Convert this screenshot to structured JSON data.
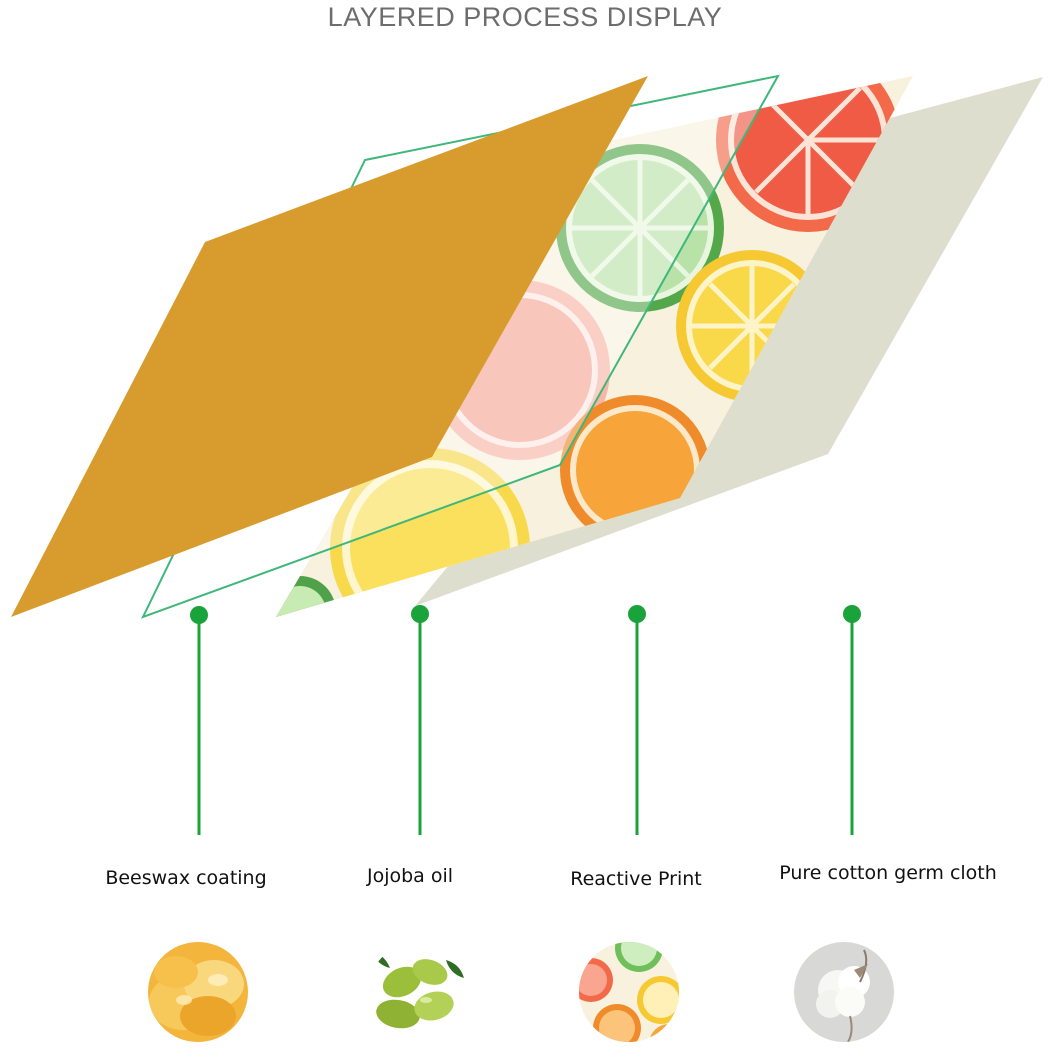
{
  "title": "LAYERED PROCESS DISPLAY",
  "layers": [
    {
      "label": "Beeswax coating",
      "icon": "beeswax-icon",
      "color": "#D89C2E"
    },
    {
      "label": "Jojoba oil",
      "icon": "jojoba-icon",
      "color": "#19A33A"
    },
    {
      "label": "Reactive Print",
      "icon": "citrus-print-icon",
      "color": "#F2C534"
    },
    {
      "label": "Pure cotton germ cloth",
      "icon": "cotton-icon",
      "color": "#DCDCC8"
    }
  ],
  "colors": {
    "accent": "#19A33A",
    "beeswax": "#D89C2E",
    "cloth": "#DCDCC8",
    "title": "#6d6d6d"
  }
}
